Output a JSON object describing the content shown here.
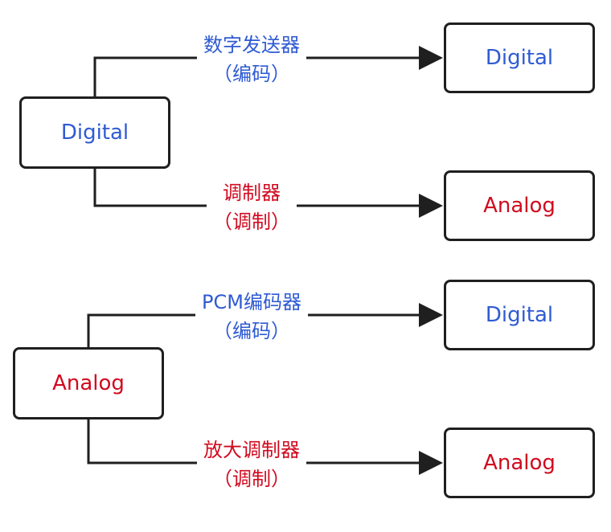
{
  "colors": {
    "digital": "#2f5bd3",
    "analog": "#d10a1f",
    "line": "#1f1f1f"
  },
  "sections": [
    {
      "source": {
        "label": "Digital",
        "kind": "digital"
      },
      "branches": [
        {
          "line1": "数字发送器",
          "line2": "（编码）",
          "kind": "digital",
          "target": "Digital"
        },
        {
          "line1": "调制器",
          "line2": "（调制）",
          "kind": "analog",
          "target": "Analog"
        }
      ]
    },
    {
      "source": {
        "label": "Analog",
        "kind": "analog"
      },
      "branches": [
        {
          "line1": "PCM编码器",
          "line2": "（编码）",
          "kind": "digital",
          "target": "Digital"
        },
        {
          "line1": "放大调制器",
          "line2": "（调制）",
          "kind": "analog",
          "target": "Analog"
        }
      ]
    }
  ]
}
